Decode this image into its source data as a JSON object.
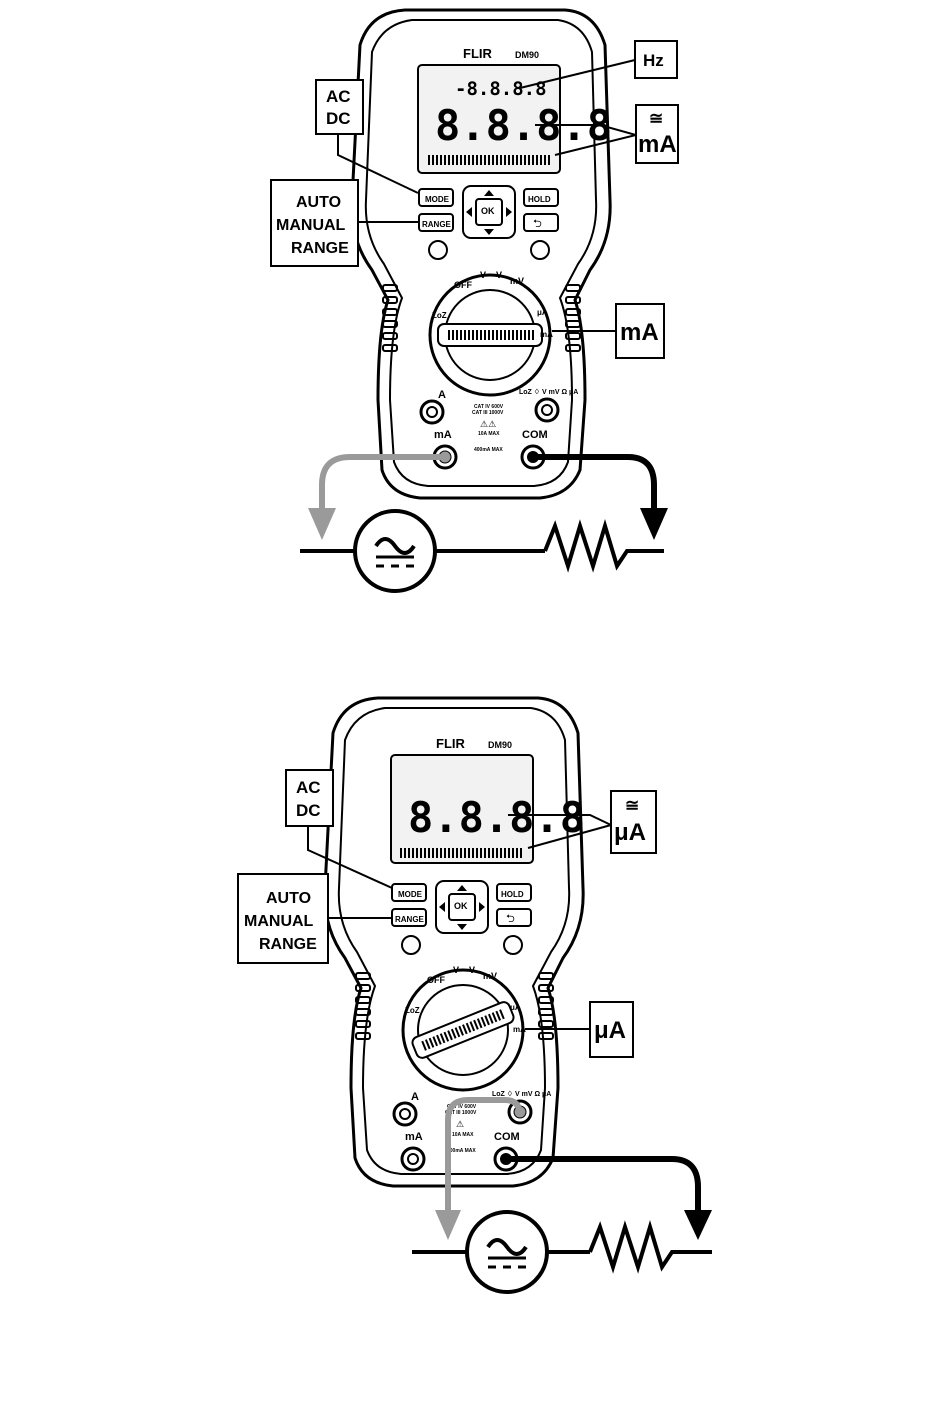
{
  "diagrams": [
    {
      "brand": "FLIR",
      "model": "DM90",
      "display_sub": "-8.8.8.8",
      "display_main": "8.8.8.8",
      "buttons": {
        "mode": "MODE",
        "range": "RANGE",
        "hold": "HOLD",
        "ok": "OK"
      },
      "dial": {
        "off": "OFF",
        "pos1": "V",
        "pos2": "V",
        "pos3": "mV",
        "pos4": "μA",
        "pos5": "mA",
        "loz": "LoZ"
      },
      "terminals": {
        "a": "A",
        "ma": "mA",
        "com": "COM",
        "right": "LoZ ♢ V mV Ω μA"
      },
      "ratings": {
        "cat1": "CAT IV 600V",
        "cat2": "CAT III 1000V",
        "max1": "10A MAX",
        "max2": "400mA MAX"
      },
      "callouts": {
        "acdc_line1": "AC",
        "acdc_line2": "DC",
        "auto_line1": "AUTO",
        "auto_line2": "MANUAL",
        "auto_line3": "RANGE",
        "hz": "Hz",
        "unit_symbol": "≅",
        "unit": "mA",
        "dial_unit": "mA"
      }
    },
    {
      "brand": "FLIR",
      "model": "DM90",
      "display_main": "8.8.8.8",
      "buttons": {
        "mode": "MODE",
        "range": "RANGE",
        "hold": "HOLD",
        "ok": "OK"
      },
      "dial": {
        "off": "OFF",
        "pos1": "V",
        "pos2": "V",
        "pos3": "mV",
        "pos4": "μA",
        "pos5": "mA",
        "loz": "LoZ"
      },
      "terminals": {
        "a": "A",
        "ma": "mA",
        "com": "COM",
        "right": "LoZ ♢ V mV Ω μA"
      },
      "ratings": {
        "cat1": "CAT IV 600V",
        "cat2": "CAT III 1000V",
        "max1": "10A MAX",
        "max2": "400mA MAX"
      },
      "callouts": {
        "acdc_line1": "AC",
        "acdc_line2": "DC",
        "auto_line1": "AUTO",
        "auto_line2": "MANUAL",
        "auto_line3": "RANGE",
        "unit_symbol": "≅",
        "unit": "μA",
        "dial_unit": "μA"
      }
    }
  ],
  "colors": {
    "ink": "#000000",
    "lead_gray": "#9a9a9a",
    "screen": "#f2f2f2"
  }
}
